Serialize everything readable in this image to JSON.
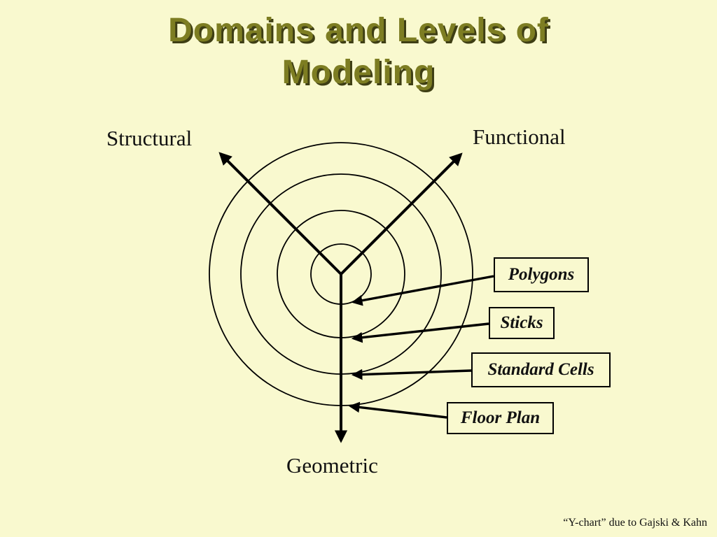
{
  "theme": {
    "bg": "#F9F9CF",
    "title-color": "#7D7D22",
    "title-shadow": "#3E3E14",
    "line-color": "#000000"
  },
  "title": {
    "lines": [
      "Domains and Levels of",
      "Modeling"
    ]
  },
  "axis_labels": {
    "structural": "Structural",
    "functional": "Functional",
    "geometric": "Geometric"
  },
  "level_boxes": [
    {
      "label": "Polygons"
    },
    {
      "label": "Sticks"
    },
    {
      "label": "Standard Cells"
    },
    {
      "label": "Floor Plan"
    }
  ],
  "footnote": "“Y-chart” due to Gajski & Kahn"
}
